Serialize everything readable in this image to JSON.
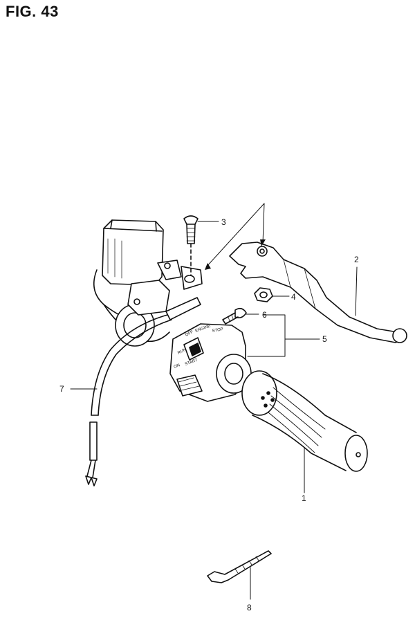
{
  "figure": {
    "title": "FIG. 43"
  },
  "callouts": {
    "c1": "1",
    "c2": "2",
    "c3": "3",
    "c4": "4",
    "c5": "5",
    "c6": "6",
    "c7": "7",
    "c8": "8"
  },
  "switch_markings": {
    "off": "OFF",
    "engine": "ENGINE",
    "stop": "STOP",
    "run": "RUN",
    "on": "ON",
    "start": "START"
  }
}
